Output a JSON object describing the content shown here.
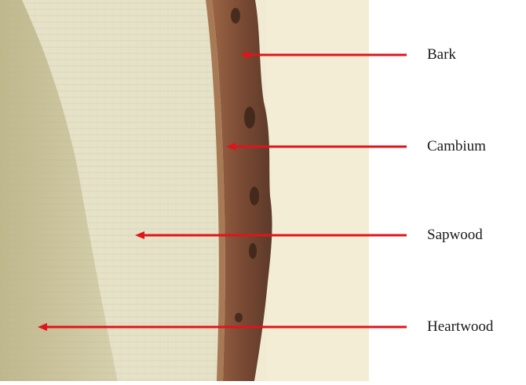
{
  "figure": {
    "labels": {
      "bark": "Bark",
      "cambium": "Cambium",
      "sapwood": "Sapwood",
      "heartwood": "Heartwood"
    },
    "colors": {
      "arrow": "#e0141b",
      "background": "#f2ebd3",
      "heartwood": "#c9c29a",
      "sapwood": "#e6e2c8",
      "bark": "#7a4a33"
    }
  }
}
